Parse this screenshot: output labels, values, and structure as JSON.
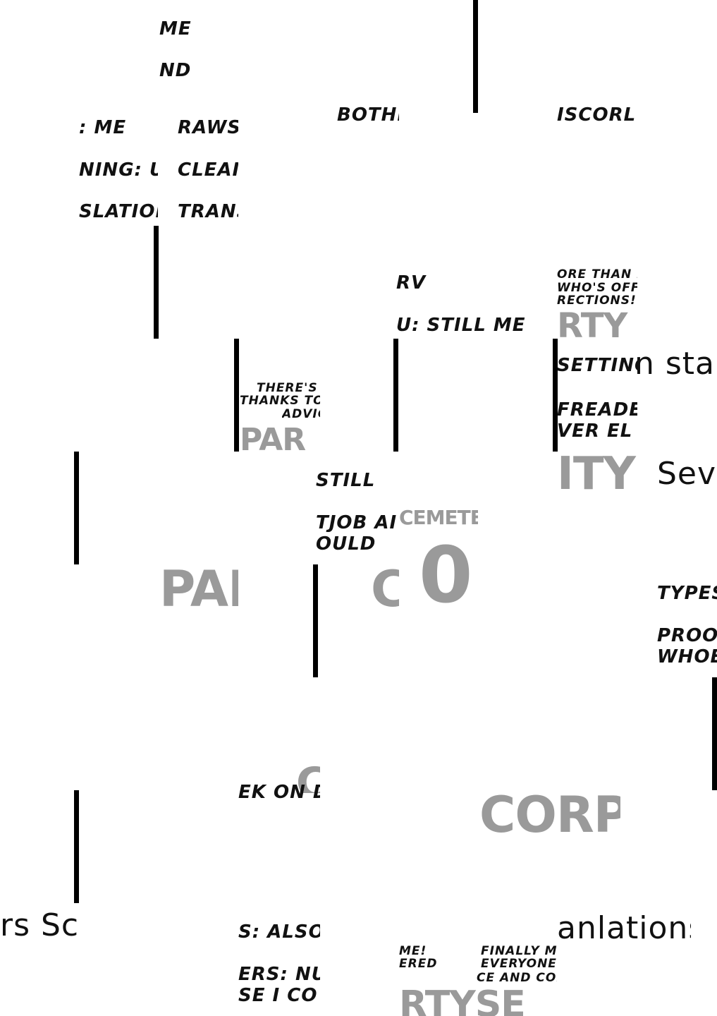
{
  "colors": {
    "background": "#ffffff",
    "text": "#111111",
    "bar": "#000000",
    "logo": "#9a9a9a"
  },
  "fragments": {
    "f_me_top": "ME",
    "f_nd": "ND",
    "f_me2": ": ME",
    "f_raws": "RAWS:",
    "f_ning": "NING: U.",
    "f_clea": "CLEAI",
    "f_slation": "SLATIOI",
    "f_trans": "TRANS",
    "f_bothe": "BOTHE",
    "f_discord": "ISCORL",
    "f_rv": "RV",
    "f_still_me": "U: STILL ME",
    "f_more_than_1": "ORE THAN M",
    "f_more_than_2": "WHO'S OFF",
    "f_more_than_3": "RECTIONS!",
    "f_theres_1": "THERE'S",
    "f_theres_2": "THANKS TO",
    "f_theres_3": "ADVIC",
    "f_setting": "SETTING",
    "f_freade_1": "FREADE",
    "f_freade_2": "VER EL",
    "f_still2": "STILL",
    "f_tjob_1": "TJOB AI",
    "f_tjob_2": "OULD",
    "f_types": "TYPES",
    "f_proof_1": "PROOF",
    "f_proof_2": "WHOE",
    "f_ek_on": "EK ON D",
    "f_also": "S: ALSO",
    "f_ers_1": "ERS: NUT",
    "f_ers_2": "SE I CO",
    "f_me_excl_1": "ME!",
    "f_me_excl_2": "ERED",
    "f_finally_1": "FINALLY M",
    "f_finally_2": "EVERYONE",
    "f_finally_3": "CE AND COR"
  },
  "handwritten": {
    "h_n_sta": "n sta",
    "h_seve": "Seve",
    "h_rs_sc": "rs Sc",
    "h_anlations": "anlations"
  },
  "logos": {
    "l_par": "PAR",
    "l_par2": "PAR",
    "l_cemetery": "CEMETERY",
    "l_o": "0",
    "l_c": "C",
    "l_corpse": "CORPSE",
    "l_city": "ITY",
    "l_party": "RTY",
    "l_party_bottom": "RTYSE"
  }
}
